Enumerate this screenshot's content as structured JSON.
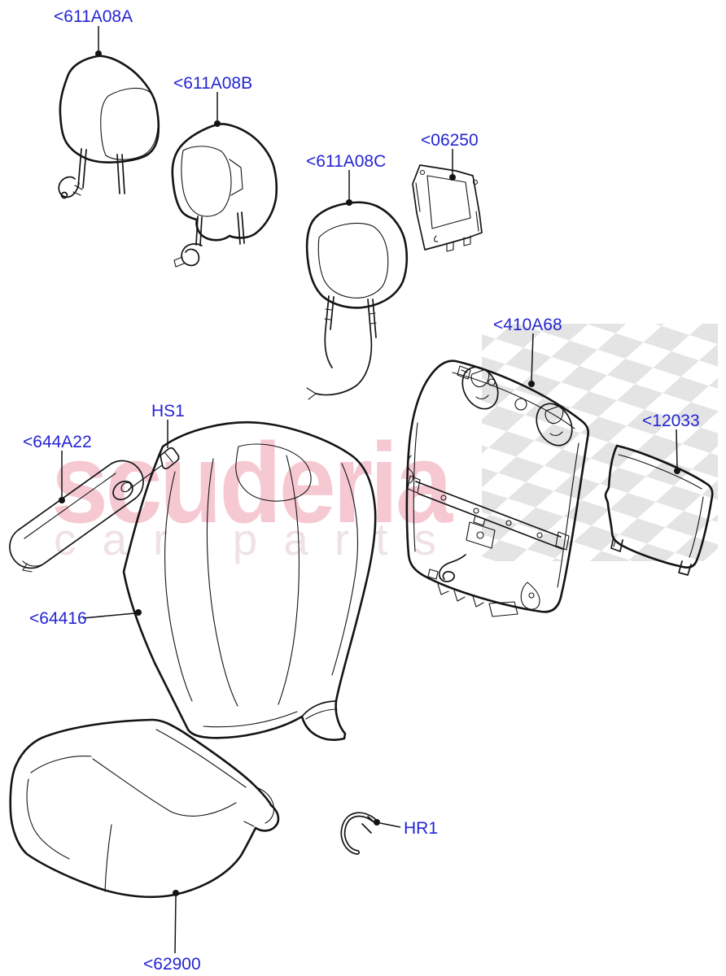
{
  "page": {
    "background": "#ffffff",
    "line_color": "#141414",
    "label_color": "#2424d4"
  },
  "watermark": {
    "brand": "scuderia",
    "tagline": "car parts",
    "brand_color": "#f6c9d2",
    "tagline_color": "#f0e2e4",
    "checker_color": "#e4e4e4",
    "checker_icon": "checkered-flag-pattern"
  },
  "parts": [
    {
      "name": "headrest-front-outer",
      "code": "<611A08A"
    },
    {
      "name": "headrest-front-folding",
      "code": "<611A08B"
    },
    {
      "name": "headrest-rear",
      "code": "<611A08C"
    },
    {
      "name": "headrest-guide-trim",
      "code": "<06250"
    },
    {
      "name": "seat-back-frame-panel",
      "code": "<410A68"
    },
    {
      "name": "seat-back-rear-panel",
      "code": "<12033"
    },
    {
      "name": "armrest",
      "code": "<644A22"
    },
    {
      "name": "headrest-sleeve",
      "code": "HS1"
    },
    {
      "name": "seat-back-cover",
      "code": "<64416"
    },
    {
      "name": "hog-ring",
      "code": "HR1"
    },
    {
      "name": "seat-cushion-cover",
      "code": "<62900"
    }
  ]
}
